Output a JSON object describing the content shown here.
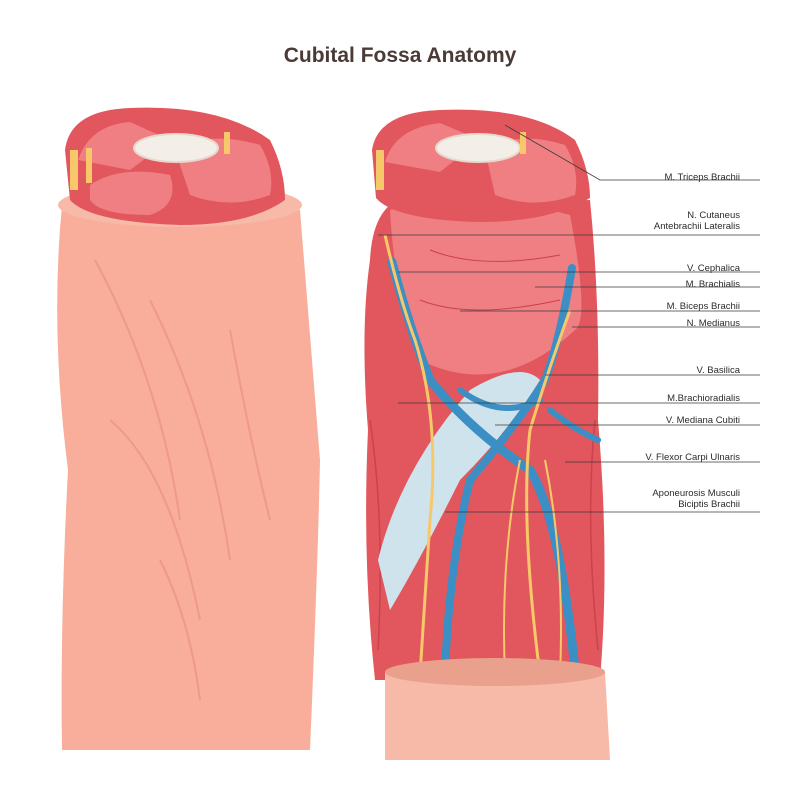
{
  "title": "Cubital Fossa Anatomy",
  "colors": {
    "skin": "#f8ae9a",
    "skin_line": "#ee9a86",
    "muscle": "#e2575d",
    "muscle_dark": "#c9424c",
    "muscle_light": "#f07f83",
    "bone": "#f3eee8",
    "vein": "#3b8fc4",
    "nerve": "#f7c86a",
    "aponeurosis": "#cfe3ec",
    "sleeve": "#f7b9a8"
  },
  "labels": [
    {
      "text": "M. Triceps Brachii"
    },
    {
      "text": "N. Cutaneus\nAntebrachii Lateralis"
    },
    {
      "text": "V. Cephalica"
    },
    {
      "text": "M. Brachialis"
    },
    {
      "text": "M. Biceps Brachii"
    },
    {
      "text": "N. Medianus"
    },
    {
      "text": "V. Basilica"
    },
    {
      "text": "M.Brachioradialis"
    },
    {
      "text": "V. Mediana Cubiti"
    },
    {
      "text": "V. Flexor Carpi Ulnaris"
    },
    {
      "text": "Aponeurosis Musculi\nBiciptis Brachii"
    }
  ]
}
